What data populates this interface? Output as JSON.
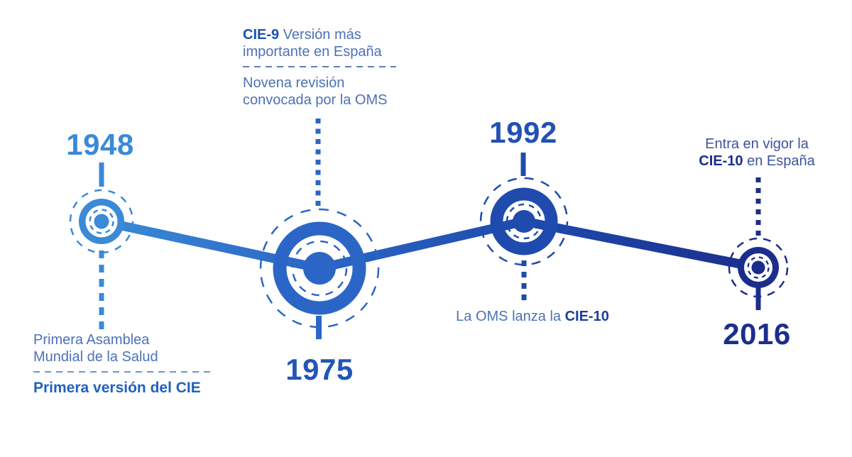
{
  "meta": {
    "description": "Timeline infographic of CIE (ICD) classification milestones in Spanish"
  },
  "colors": {
    "y1948": "#3A8AD6",
    "y1975": "#2B66C6",
    "y1992": "#1E4BAD",
    "y2016": "#1B2E8C",
    "label1975": "#2156B5",
    "label1992": "#2350B4",
    "muted": "#4C72B8",
    "mutedDark": "#3F539E",
    "boldCie9": "#1D50B2",
    "boldPrimera": "#2161BE",
    "boldCie10a": "#1C3F9E",
    "boldCie10b": "#1B2E8C",
    "div1975": "#5E7DB9",
    "div1948": "#6E95CB"
  },
  "events": {
    "e1948": {
      "year": "1948",
      "line1": "Primera Asamblea",
      "line2": "Mundial de la Salud",
      "bold_line": "Primera versión del CIE"
    },
    "e1975": {
      "year": "1975",
      "title_bold": "CIE-9",
      "title_rest": " Versión más",
      "title_line2": "importante en España",
      "body_line1": "Novena revisión",
      "body_line2": "convocada por la OMS"
    },
    "e1992": {
      "year": "1992",
      "text": "La OMS lanza la ",
      "text_bold": "CIE-10"
    },
    "e2016": {
      "year": "2016",
      "line1": "Entra en vigor la",
      "line2_bold": "CIE-10",
      "line2_rest": " en España"
    }
  }
}
